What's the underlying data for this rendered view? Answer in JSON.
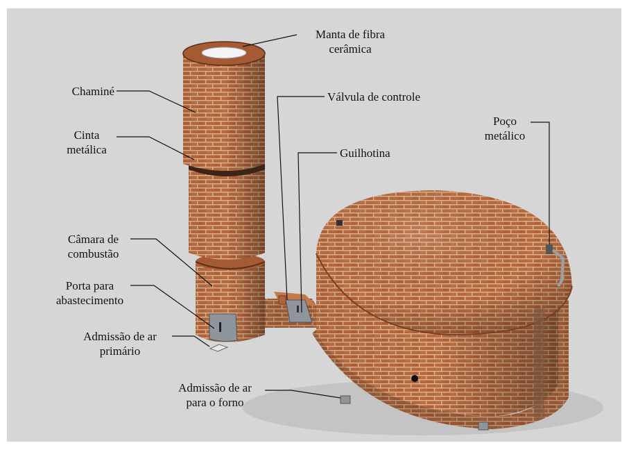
{
  "colors": {
    "background": "#d6d6d6",
    "brick": "#b2643c",
    "brick_dark": "#8f4a2a",
    "mortar": "#d9b48f",
    "metal": "#8e959c",
    "fiber": "#f4f4f4"
  },
  "labels": {
    "manta": [
      "Manta de fibra",
      "cerâmica"
    ],
    "chamine": [
      "Chaminé"
    ],
    "valvula": [
      "Válvula de controle"
    ],
    "cinta": [
      "Cinta",
      "metálica"
    ],
    "guilhotina": [
      "Guilhotina"
    ],
    "poco": [
      "Poço",
      "metálico"
    ],
    "camara": [
      "Câmara de",
      "combustão"
    ],
    "porta": [
      "Porta para",
      "abastecimento"
    ],
    "admissao_primario": [
      "Admissão de ar",
      "primário"
    ],
    "admissao_forno": [
      "Admissão de ar",
      "para o forno"
    ]
  }
}
